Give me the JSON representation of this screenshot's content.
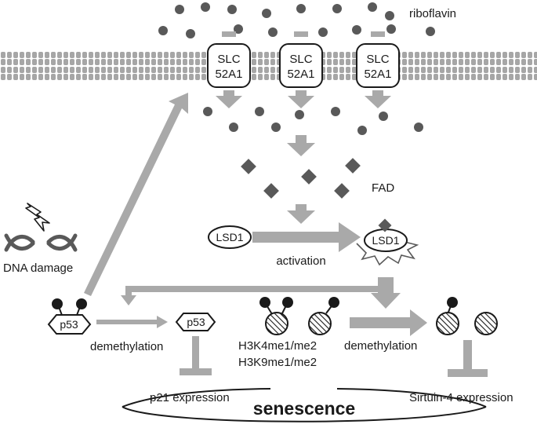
{
  "labels": {
    "riboflavin": "riboflavin",
    "transporter_line1": "SLC",
    "transporter_line2": "52A1",
    "fad": "FAD",
    "lsd1": "LSD1",
    "activation": "activation",
    "dna_damage": "DNA damage",
    "p53": "p53",
    "demethylation_left": "demethylation",
    "demethylation_right": "demethylation",
    "histone_line1": "H3K4me1/me2",
    "histone_line2": "H3K9me1/me2",
    "p21_expression": "p21  expression",
    "sirtuin4_expression": "Sirtuin-4 expression",
    "senescence": "senescence"
  },
  "colors": {
    "arrow": "#a9a9a9",
    "dot": "#595959",
    "membrane": "#a6a6a6",
    "ink": "#1a1a1a"
  }
}
